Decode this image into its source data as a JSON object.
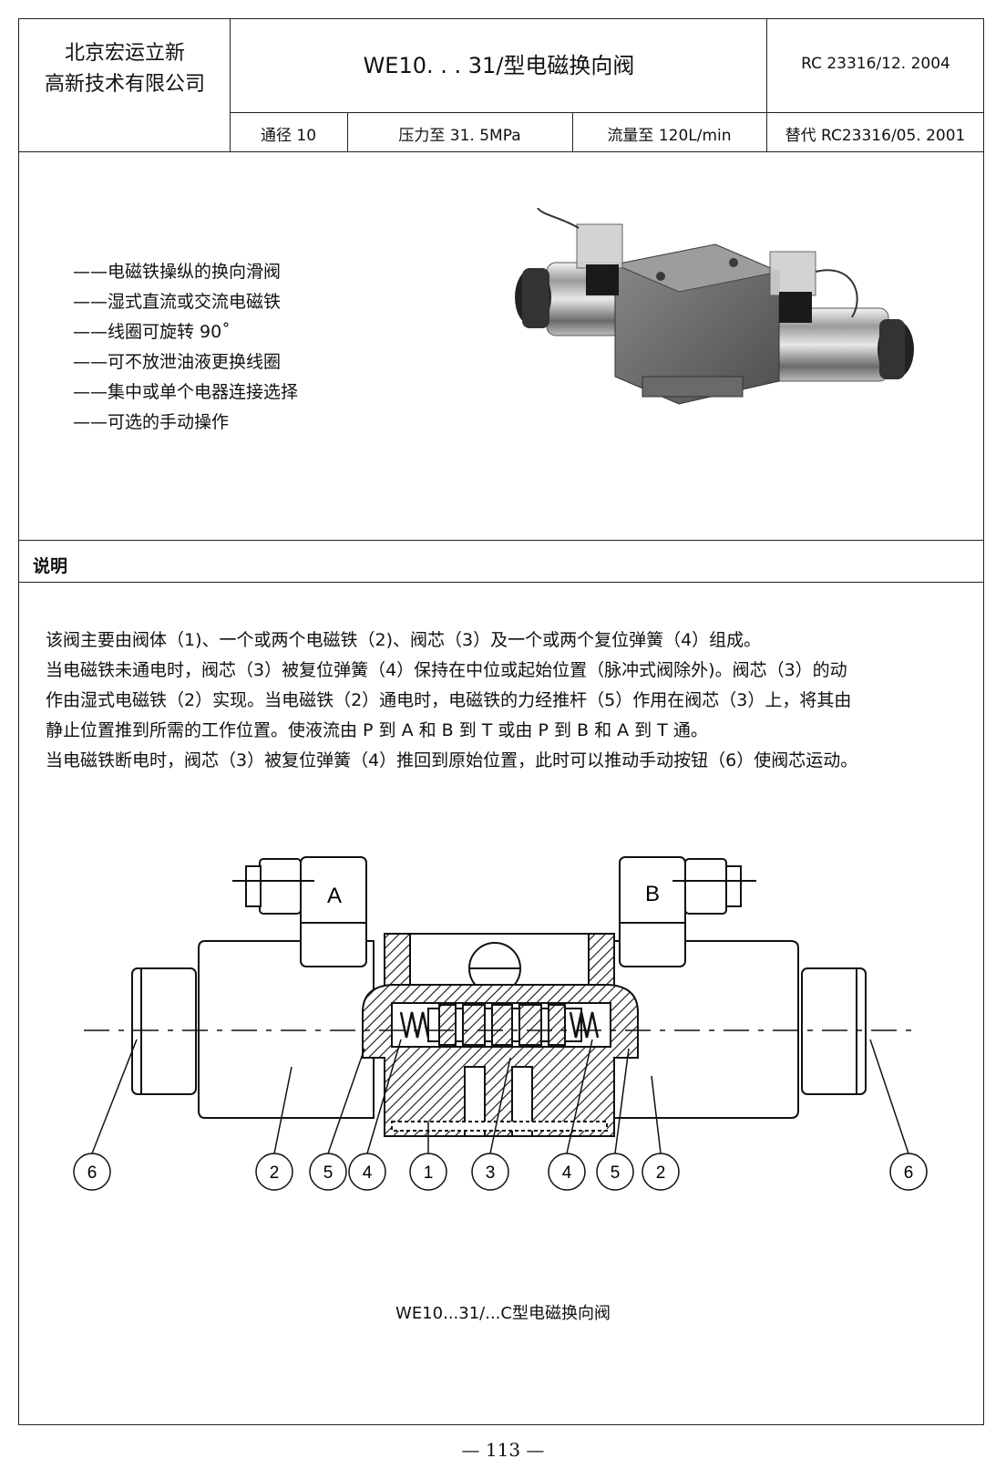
{
  "header": {
    "company_line1": "北京宏运立新",
    "company_line2": "高新技术有限公司",
    "title": "WE10. . . 31/型电磁换向阀",
    "doc_no": "RC 23316/12. 2004",
    "size": "通径 10",
    "pressure": "压力至 31. 5MPa",
    "flow": "流量至 120L/min",
    "replaces": "替代 RC23316/05. 2001"
  },
  "features": [
    "——电磁铁操纵的换向滑阀",
    "——湿式直流或交流电磁铁",
    "——线圈可旋转 90˚",
    "——可不放泄油液更换线圈",
    "——集中或单个电器连接选择",
    "——可选的手动操作"
  ],
  "section_title": "说明",
  "description": [
    "该阀主要由阀体（1)、一个或两个电磁铁（2)、阀芯（3）及一个或两个复位弹簧（4）组成。",
    "当电磁铁未通电时，阀芯（3）被复位弹簧（4）保持在中位或起始位置（脉冲式阀除外)。阀芯（3）的动",
    "作由湿式电磁铁（2）实现。当电磁铁（2）通电时，电磁铁的力经推杆（5）作用在阀芯（3）上，将其由",
    "静止位置推到所需的工作位置。使液流由 P 到 A 和 B 到 T 或由 P 到 B 和 A 到 T 通。",
    "当电磁铁断电时，阀芯（3）被复位弹簧（4）推回到原始位置，此时可以推动手动按钮（6）使阀芯运动。"
  ],
  "diagram": {
    "solenoid_a": "A",
    "solenoid_b": "B",
    "callouts": [
      "6",
      "2",
      "5",
      "4",
      "1",
      "3",
      "4",
      "5",
      "2",
      "6"
    ],
    "caption": "WE10...31/...C型电磁换向阀"
  },
  "page_number": "— 113 —"
}
